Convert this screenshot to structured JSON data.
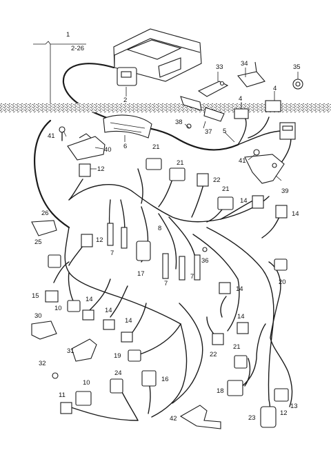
{
  "callouts": {
    "c1": "1",
    "c1_range": "2-26",
    "c2": "2",
    "c4a": "4",
    "c4b": "4",
    "c5": "5",
    "c6": "6",
    "c7a": "7",
    "c7b": "7",
    "c7c": "7",
    "c8": "8",
    "c10a": "10",
    "c10b": "10",
    "c11": "11",
    "c12a": "12",
    "c12b": "12",
    "c12c": "12",
    "c13": "13",
    "c14a": "14",
    "c14b": "14",
    "c14c": "14",
    "c14d": "14",
    "c14e": "14",
    "c14f": "14",
    "c14g": "14",
    "c15": "15",
    "c16": "16",
    "c17": "17",
    "c18": "18",
    "c19": "19",
    "c20": "20",
    "c21a": "21",
    "c21b": "21",
    "c21c": "21",
    "c21d": "21",
    "c22a": "22",
    "c22b": "22",
    "c23": "23",
    "c24": "24",
    "c25": "25",
    "c26": "26",
    "c30": "30",
    "c31": "31",
    "c32": "32",
    "c33": "33",
    "c34": "34",
    "c35": "35",
    "c36": "36",
    "c37": "37",
    "c38": "38",
    "c39": "39",
    "c40": "40",
    "c41a": "41",
    "c41b": "41",
    "c42": "42"
  },
  "colors": {
    "line": "#1a1a1a",
    "background": "#ffffff"
  }
}
